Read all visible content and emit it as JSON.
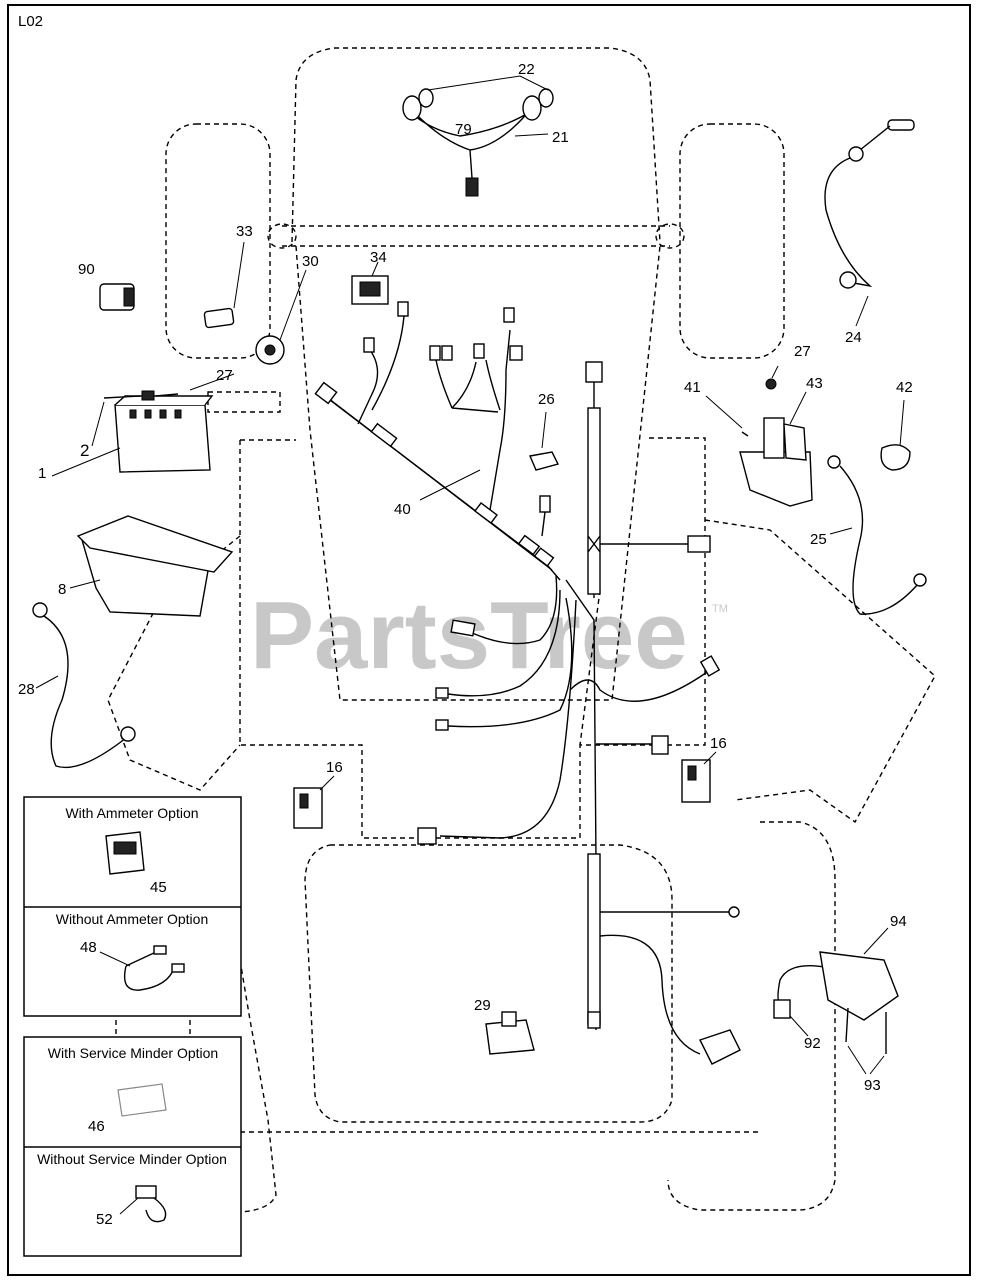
{
  "diagram_code": "L02",
  "watermark": {
    "text": "PartsTree",
    "trademark": "TM"
  },
  "callouts": {
    "c1": "1",
    "c2": "2",
    "c8": "8",
    "c16a": "16",
    "c16b": "16",
    "c21": "21",
    "c22": "22",
    "c24": "24",
    "c25": "25",
    "c26": "26",
    "c27a": "27",
    "c27b": "27",
    "c28": "28",
    "c29": "29",
    "c30": "30",
    "c33": "33",
    "c34": "34",
    "c40": "40",
    "c41": "41",
    "c42": "42",
    "c43": "43",
    "c45": "45",
    "c46": "46",
    "c48": "48",
    "c52": "52",
    "c79": "79",
    "c90": "90",
    "c92": "92",
    "c93": "93",
    "c94": "94"
  },
  "option_boxes": {
    "with_ammeter": "With Ammeter Option",
    "without_ammeter": "Without Ammeter Option",
    "with_service_minder": "With Service Minder Option",
    "without_service_minder": "Without Service Minder Option"
  }
}
